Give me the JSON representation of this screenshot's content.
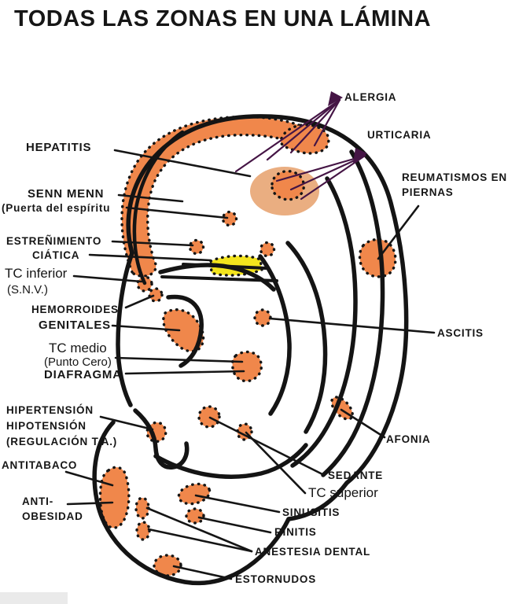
{
  "title": "TODAS LAS ZONAS EN UNA LÁMINA",
  "diagram_type": "ear-reflexology-zone-map",
  "colors": {
    "zone_orange": "#F0874B",
    "zone_soft_tan": "#EAAE81",
    "zone_yellow": "#F3E41D",
    "line_ink": "#151515",
    "fan_purple": "#451545",
    "background": "#FFFFFF"
  },
  "labels": {
    "alergia": "ALERGIA",
    "urticaria": "URTICARIA",
    "reumatismos": "REUMATISMOS EN PIERNAS",
    "hepatitis": "HEPATITIS",
    "senn_menn": "SENN MENN",
    "senn_menn_sub": "(Puerta del espíritu",
    "estrenimiento": "ESTREÑIMIENTO",
    "ciatica": "CIÁTICA",
    "tc_inferior": "TC inferior",
    "tc_inferior_sub": "(S.N.V.)",
    "hemorroides": "HEMORROIDES",
    "genitales": "GENITALES",
    "tc_medio": "TC medio",
    "tc_medio_sub": "(Punto Cero)",
    "diafragma": "DIAFRAGMA",
    "hipertension": "HIPERTENSIÓN",
    "hipotension": "HIPOTENSIÓN",
    "regulacion": "(REGULACIÓN T.A.)",
    "antitabaco": "ANTITABACO",
    "anti": "ANTI-",
    "obesidad": "OBESIDAD",
    "ascitis": "ASCITIS",
    "afonia": "AFONIA",
    "sedante": "SEDANTE",
    "tc_superior": "TC superior",
    "sinusitis": "SINUSITIS",
    "rinitis": "RINITIS",
    "anestesia_dental": "ANESTESIA DENTAL",
    "estornudos": "ESTORNUDOS"
  }
}
